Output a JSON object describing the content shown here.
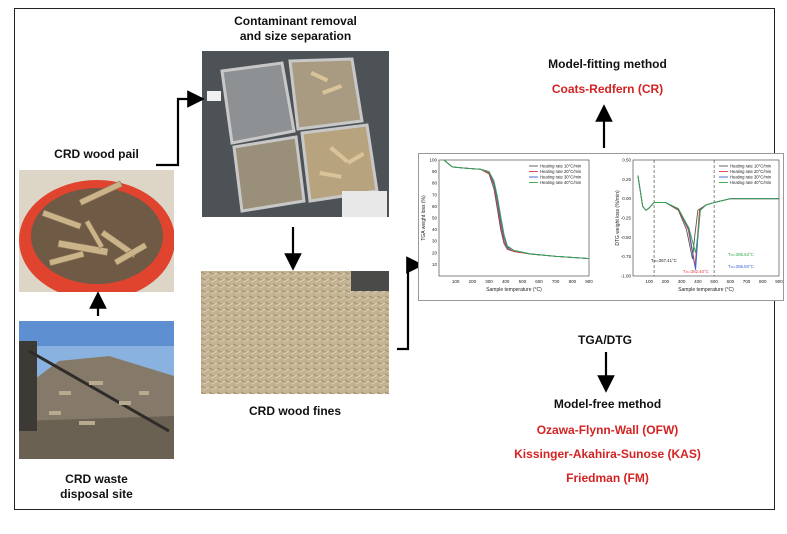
{
  "labels": {
    "contaminant_line1": "Contaminant removal",
    "contaminant_line2": "and size separation",
    "pail": "CRD wood pail",
    "fines": "CRD wood fines",
    "waste_line1": "CRD waste",
    "waste_line2": "disposal site",
    "tga_dtg": "TGA/DTG",
    "model_fitting": "Model-fitting method",
    "coats_redfern": "Coats-Redfern (CR)",
    "model_free": "Model-free method",
    "ofw": "Ozawa-Flynn-Wall (OFW)",
    "kas": "Kissinger-Akahira-Sunose (KAS)",
    "fm": "Friedman (FM)"
  },
  "colors": {
    "method_red": "#d32323",
    "series": [
      "#555555",
      "#e03a3a",
      "#3a5fd0",
      "#2fa84a"
    ]
  },
  "chart_data": [
    {
      "type": "line",
      "xlabel": "Sample temperature (°C)",
      "ylabel": "TGA weight loss (%)",
      "xlim": [
        0,
        900
      ],
      "ylim": [
        0,
        100
      ],
      "x_ticks": [
        "100",
        "200",
        "300",
        "400",
        "500",
        "600",
        "700",
        "800",
        "900"
      ],
      "y_ticks": [
        "10",
        "20",
        "30",
        "40",
        "50",
        "60",
        "70",
        "80",
        "90",
        "100"
      ],
      "legend_position": "top-right",
      "series": [
        {
          "name": "Heating rate 10°C/min",
          "x": [
            30,
            80,
            150,
            250,
            300,
            330,
            350,
            370,
            390,
            410,
            450,
            550,
            700,
            900
          ],
          "y": [
            100,
            94,
            93,
            92,
            88,
            75,
            58,
            40,
            28,
            23,
            21,
            19,
            17,
            15
          ]
        },
        {
          "name": "Heating rate 20°C/min",
          "x": [
            30,
            80,
            150,
            250,
            300,
            330,
            350,
            370,
            390,
            410,
            450,
            550,
            700,
            900
          ],
          "y": [
            100,
            94,
            93,
            92,
            89,
            78,
            62,
            44,
            30,
            24,
            21,
            19,
            17,
            15
          ]
        },
        {
          "name": "Heating rate 30°C/min",
          "x": [
            30,
            80,
            150,
            250,
            300,
            330,
            350,
            370,
            390,
            410,
            450,
            550,
            700,
            900
          ],
          "y": [
            100,
            94,
            93,
            92,
            90,
            80,
            66,
            48,
            33,
            25,
            22,
            19,
            17,
            15
          ]
        },
        {
          "name": "Heating rate 40°C/min",
          "x": [
            30,
            80,
            150,
            250,
            300,
            330,
            350,
            370,
            390,
            410,
            450,
            550,
            700,
            900
          ],
          "y": [
            100,
            94,
            93,
            92,
            90,
            82,
            69,
            52,
            36,
            26,
            22,
            19,
            17,
            15
          ]
        }
      ]
    },
    {
      "type": "line",
      "xlabel": "Sample temperature (°C)",
      "ylabel": "DTG weight loss (%/min)",
      "xlim": [
        0,
        900
      ],
      "ylim": [
        -1.0,
        0.5
      ],
      "x_ticks": [
        "100",
        "200",
        "300",
        "400",
        "500",
        "600",
        "700",
        "800",
        "900"
      ],
      "y_ticks": [
        "-1.00",
        "-0.75",
        "-0.50",
        "-0.25",
        "0.00",
        "0.25",
        "0.50"
      ],
      "legend_position": "top-right",
      "dashed_lines_x": [
        130,
        500
      ],
      "annotations": [
        {
          "text": "Tₘ=367.41°C",
          "color": "#222222"
        },
        {
          "text": "Tₘ=382.40°C",
          "color": "#e03a3a"
        },
        {
          "text": "Tₘ=385.62°C",
          "color": "#2fa84a"
        },
        {
          "text": "Tₘ=386.50°C",
          "color": "#3a5fd0"
        }
      ],
      "series": [
        {
          "name": "Heating rate 10°C/min",
          "x": [
            30,
            60,
            80,
            100,
            130,
            200,
            280,
            330,
            367,
            380,
            400,
            450,
            500,
            600,
            900
          ],
          "y": [
            0.3,
            -0.1,
            -0.15,
            -0.12,
            -0.05,
            -0.05,
            -0.15,
            -0.4,
            -0.78,
            -0.5,
            -0.15,
            -0.08,
            -0.05,
            0.0,
            0.0
          ]
        },
        {
          "name": "Heating rate 20°C/min",
          "x": [
            30,
            60,
            80,
            100,
            130,
            200,
            280,
            340,
            382,
            395,
            410,
            450,
            500,
            600,
            900
          ],
          "y": [
            0.3,
            -0.1,
            -0.15,
            -0.12,
            -0.05,
            -0.05,
            -0.14,
            -0.4,
            -0.88,
            -0.55,
            -0.15,
            -0.08,
            -0.05,
            0.0,
            0.0
          ]
        },
        {
          "name": "Heating rate 30°C/min",
          "x": [
            30,
            60,
            80,
            100,
            130,
            200,
            280,
            345,
            386,
            398,
            415,
            450,
            500,
            600,
            900
          ],
          "y": [
            0.3,
            -0.1,
            -0.15,
            -0.12,
            -0.05,
            -0.05,
            -0.13,
            -0.4,
            -0.92,
            -0.55,
            -0.15,
            -0.08,
            -0.05,
            0.0,
            0.0
          ]
        },
        {
          "name": "Heating rate 40°C/min",
          "x": [
            30,
            60,
            80,
            100,
            130,
            200,
            280,
            345,
            385,
            398,
            415,
            450,
            500,
            600,
            900
          ],
          "y": [
            0.3,
            -0.1,
            -0.15,
            -0.12,
            -0.05,
            -0.05,
            -0.13,
            -0.38,
            -0.7,
            -0.5,
            -0.15,
            -0.08,
            -0.05,
            0.0,
            0.0
          ]
        }
      ]
    }
  ]
}
